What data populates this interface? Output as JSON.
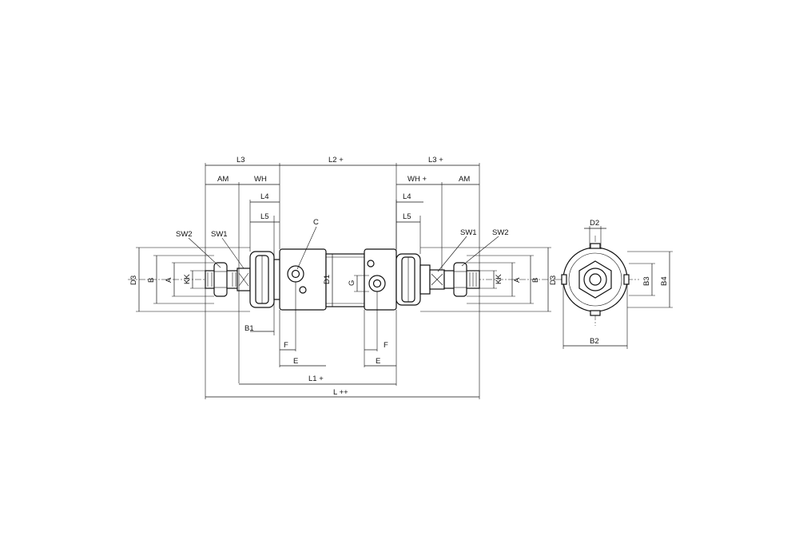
{
  "labels": {
    "L3_left": "L3",
    "L2": "L2 +",
    "L3_right": "L3 +",
    "AM_left": "AM",
    "WH_left": "WH",
    "WH_right": "WH +",
    "AM_right": "AM",
    "L4_left": "L4",
    "L4_right": "L4",
    "L5_left": "L5",
    "L5_right": "L5",
    "C": "C",
    "SW2_left": "SW2",
    "SW1_left": "SW1",
    "SW1_right": "SW1",
    "SW2_right": "SW2",
    "D3_left": "D3",
    "B_left": "B",
    "A_left": "A",
    "KK_left": "KK",
    "D1": "D1",
    "G": "G",
    "KK_right": "KK",
    "A_right": "A",
    "B_right": "B",
    "D3_right": "D3",
    "B1": "B1",
    "F_left": "F",
    "F_right": "F",
    "E_left": "E",
    "E_right": "E",
    "L1": "L1 +",
    "L": "L ++",
    "D2": "D2",
    "B3": "B3",
    "B4": "B4",
    "B2": "B2"
  }
}
